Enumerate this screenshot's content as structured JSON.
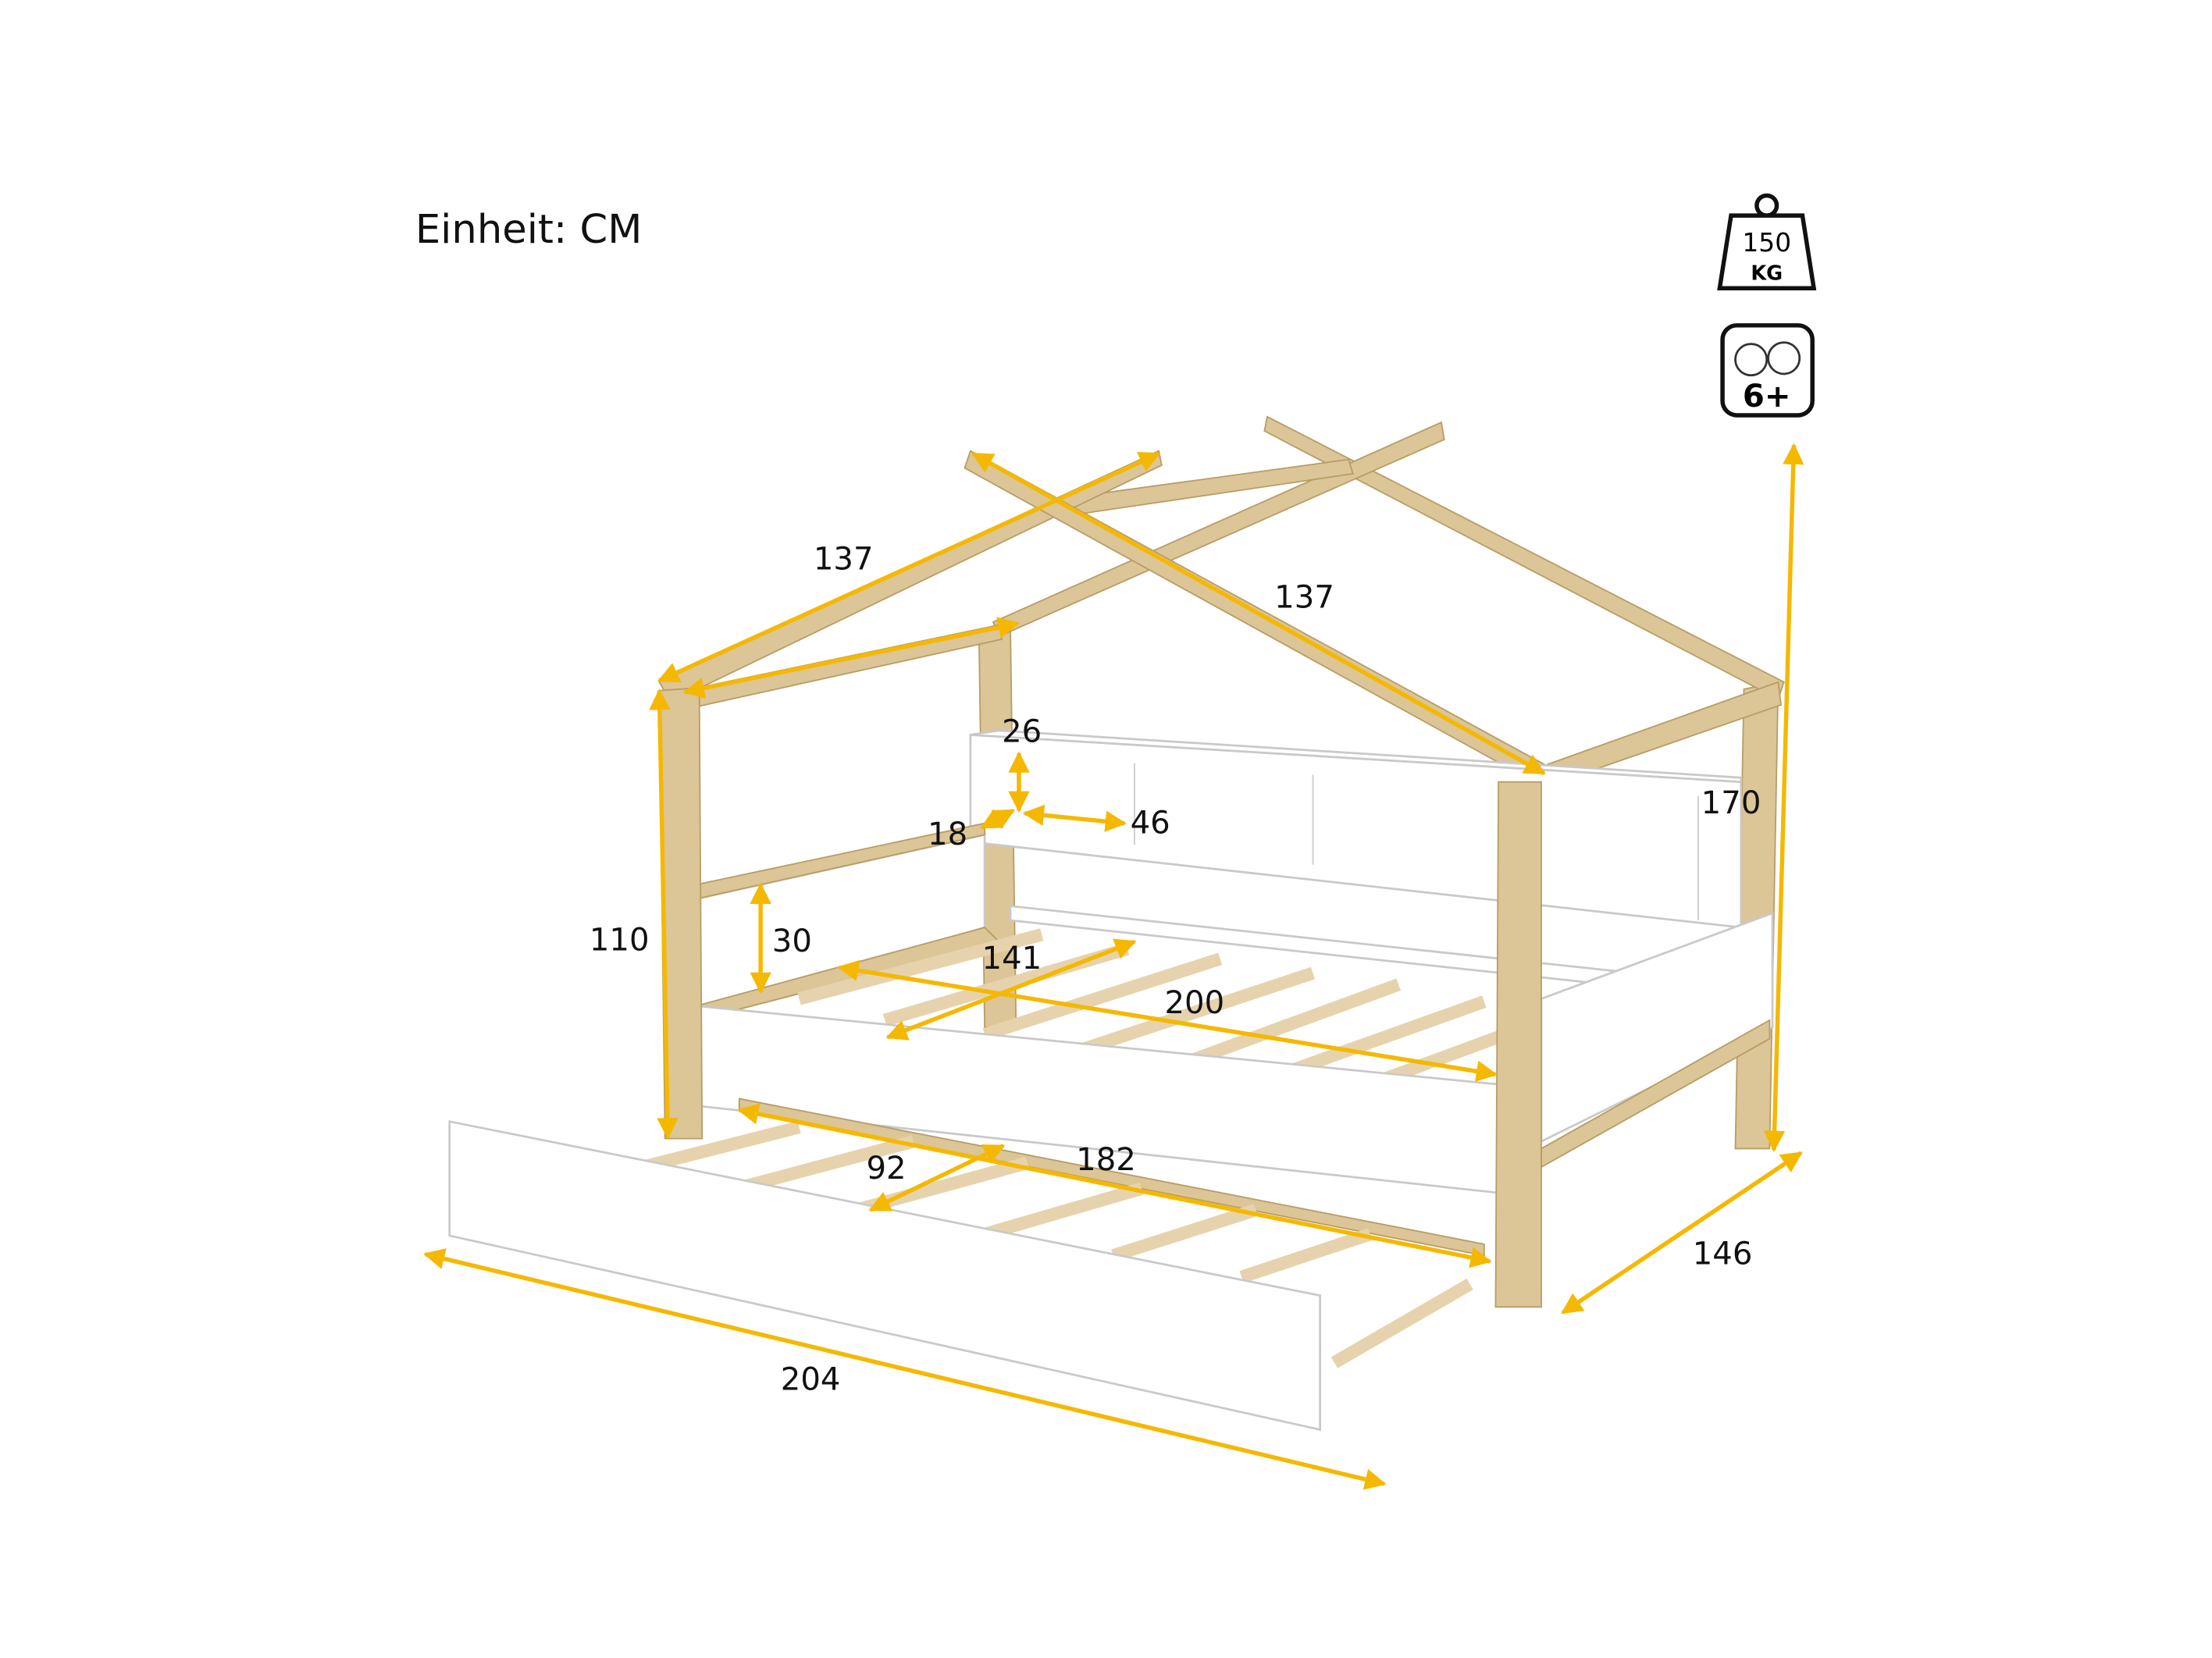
{
  "unit_label": "Einheit: CM",
  "badges": {
    "weight": {
      "value": "150",
      "unit": "KG"
    },
    "age": {
      "value": "6+"
    }
  },
  "dimensions": {
    "roof_front": "137",
    "roof_side": "137",
    "shelf_height": "26",
    "shelf_depth": "18",
    "shelf_width": "46",
    "total_height": "170",
    "post_height": "110",
    "headboard_height": "30",
    "mattress_width": "141",
    "mattress_length": "200",
    "trundle_width": "92",
    "trundle_length": "182",
    "total_width": "146",
    "total_length": "204"
  },
  "colors": {
    "arrow": "#f5b800",
    "wood": "#dcc597"
  }
}
